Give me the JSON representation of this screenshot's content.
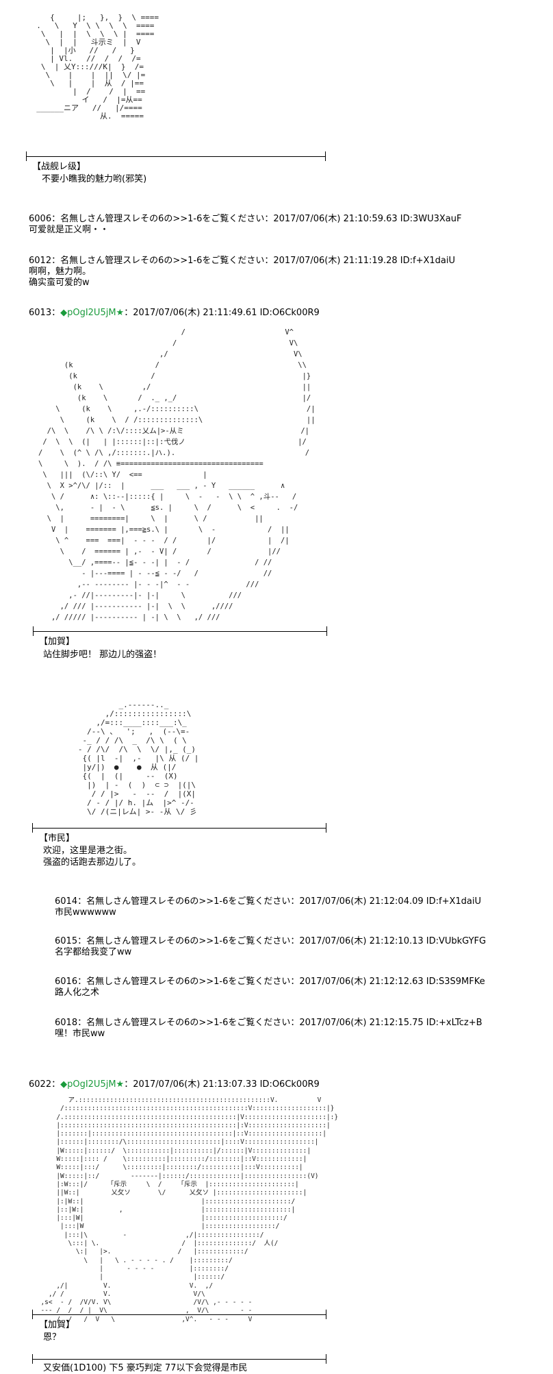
{
  "panel1": {
    "speaker": "【战舰レ级】",
    "lines": [
      "不要小瞧我的魅力哟(邪笑)"
    ],
    "art": [
      "     {     |;   },  }  \\ ====",
      "  .   \\   Y  \\ \\  \\  \\  ====",
      "   \\   |  |  \\  \\  \\ |  ====",
      "    \\  |  |   斗示ミ  |  V",
      "     |  |小   //   /   }  ",
      "     | Vl.   //  /  /  /=",
      "   \\  | 乂Y:::///K|  }  /=",
      "    \\    |    |  ||  \\/ |=",
      "     \\   |    |  从  / |==",
      "          |  /    /  |  ==",
      "            イ   /  |=从==",
      "  ______ニア   //   |/====",
      "                从.  ====="
    ]
  },
  "post6006": {
    "header": "6006：名無しさん管理スレその6の>>1-6をご覧ください：2017/07/06(木) 21:10:59.63 ID:3WU3XauF",
    "body": [
      "可爱就是正义啊・・"
    ]
  },
  "post6012": {
    "header": "6012：名無しさん管理スレその6の>>1-6をご覧ください：2017/07/06(木) 21:11:19.28 ID:f+X1daiU",
    "body": [
      "啊啊，魅力啊。",
      "确实蛮可爱的w"
    ]
  },
  "post6013": {
    "number": "6013：",
    "trip": "◆pOgI2U5jM★",
    "rest": "：2017/07/06(木) 21:11:49.61 ID:O6Ck00R9"
  },
  "panel2": {
    "speaker": "【加賀】",
    "lines": [
      "站住脚步吧！ 那边儿的强盗！"
    ],
    "art": [
      "                                 /                       V^",
      "                               /                          V\\",
      "                            ,/                             V\\",
      "      (k                   /                                \\\\",
      "       (k                 /                                  |}",
      "        (k    \\         ,/                                   ||",
      "         (k    \\       /  ._ ,_/                             |/",
      "    \\     (k    \\     ,.-/::::::::::\\                         /|",
      "     \\     (k    \\  / /::::::::::::::\\                        ||",
      "  /\\  \\    /\\ \\ /:\\/::::乂ム|>-从ミ                           /|",
      " /  \\  \\  (|   | |::::::|::|:弋伐ノ                          |/",
      "/    \\  (^ \\ /\\ ,/:::::::.|ハ.).                              /",
      "\\     \\  ).  / /\\ ≡=================================",
      " \\   |||  (\\/::\\ Y/  <==              |",
      "  \\  X >^/\\/ |/::  |      ___   ___ , ‐ Y   ______      ∧",
      "   \\ /      ∧: \\::‐‐|:::::{ |     \\  ‐   ‐  \\ \\  ^ ,斗-‐   /",
      "    \\,      ‐ |  ‐ \\      ≦s. |     \\  /      \\  <     .  ‐/",
      "  \\  |      ========|     \\  |      \\ /           ||",
      "   V  |    ======= |,===≧s.\\ |       \\  ‐            /  ||",
      "    \\ ^    ===  ===|  ‐ ‐ ‐  / /       |/            |  /|",
      "     \\    /  ====== | ,‐  ‐ V| /       /             |//",
      "       \\__/ ,====‐‐ |≦‐ ‐ ‐| |  ‐ /               / //",
      "          ‐ |‐‐‐==== | ‐ ‐‐≦ ‐ ‐/   /               //",
      "         ,‐‐ ‐‐‐‐‐‐‐‐ |‐ ‐ ‐|^  ‐ ‐             ///",
      "       ,‐ //|‐‐‐‐‐‐‐‐‐|‐ |‐|     \\          ///",
      "     ,/ /// |‐‐‐‐‐‐‐‐‐‐‐ |‐|  \\  \\      ,////",
      "   ,/ ///// |‐‐‐‐‐‐‐‐‐‐ | ‐| \\  \\   ,/ ///"
    ]
  },
  "panel3": {
    "speaker": "【市民】",
    "lines": [
      "欢迎，这里是港之街。",
      "强盗的话跑去那边儿了。"
    ],
    "art": [
      "            _.-‐‐‐‐‐.._",
      "         ,/::::::::::::::::\\",
      "       ,/=:::____::::___:\\_",
      "     /-‐\\ 、  ';   ,  (‐‐\\=‐",
      "    ‐_ / / /\\  _  /\\ \\  ( \\",
      "   ‐ / /\\/  /\\  \\  \\/ |,_ (_)",
      "    {( |l  ‐|  ,‐   |\\ 从 (/ |",
      "    |y/|)  ●    ●  从 (|/",
      "    {(  |  (|     ‐‐  (X)",
      "     |)  | ‐  (  )  ⊂ ⊃  |(|\\",
      "      / / |>   ‐  ‐‐  /  |(X|",
      "     / ‐ / |/ h. |ム  |>^ ‐/‐",
      "     \\/ /(ニ|レム| >‐ ‐从 \\/ 彡"
    ]
  },
  "post6014": {
    "header": "6014：名無しさん管理スレその6の>>1-6をご覧ください：2017/07/06(木) 21:12:04.09 ID:f+X1daiU",
    "body": [
      "市民wwwwww"
    ]
  },
  "post6015": {
    "header": "6015：名無しさん管理スレその6の>>1-6をご覧ください：2017/07/06(木) 21:12:10.13 ID:VUbkGYFG",
    "body": [
      "名字都给我变了ww"
    ]
  },
  "post6016": {
    "header": "6016：名無しさん管理スレその6の>>1-6をご覧ください：2017/07/06(木) 21:12:12.63 ID:S3S9MFKe",
    "body": [
      "路人化之术"
    ]
  },
  "post6018": {
    "header": "6018：名無しさん管理スレその6の>>1-6をご覧ください：2017/07/06(木) 21:12:15.75 ID:+xLTcz+B",
    "body": [
      "嘿！市民ww"
    ]
  },
  "post6022": {
    "number": "6022：",
    "trip": "◆pOgI2U5jM★",
    "rest": "：2017/07/06(木) 21:13:07.33 ID:O6Ck00R9"
  },
  "panel4": {
    "speaker": "【加賀】",
    "lines": [
      "恩？"
    ],
    "art": [
      "         ア.:::::::::::::::::::::::::::::::::::::::::::::::::V.          V",
      "       /:::::::::::::::::::::::::::::::::::::::::::::::V:::::::::::::::::::|}",
      "      /.::::::::::::::::::::::::::::::::::::::::::::|V:::::::::::::::::::::|:}",
      "      |:::::::::::::::::::::::::::::::::::::::::::::|:V::::::::::::::::::::|",
      "      |:::::::|::::::::::::::::::::::::::::::::::::|::V:::::::::::::::::::|",
      "      |::::::|::::::::/\\::::::::::::::::::::::::|::::V::::::::::::::::::|",
      "      |W:::::|::::::/  \\:::::::::::|::::::::::|/::::::|V::::::::::::::|",
      "      W:::::|:::: /    \\::::::::::|:::::::::/::::::::|::V::::::::::::|",
      "      W:::::|:::/      \\:::::::::|::::::::/::::::::::|:::V::::::::::|",
      "      |W:::::|::/        ‐‐‐‐‐‐‐|::::::/:::::::::::::|::::::::::::::::(V)",
      "      |:W:::|/     「斥示     \\  /    「斥示  |::::::::::::::::::::::|",
      "      ||W::|        乂攵ソ       \\/      乂攵ソ |::::::::::::::::::::::|",
      "      |:|W::|                              |::::::::::::::::::::::/",
      "      |::|W:|         ,                    |::::::::::::::::::::::|",
      "      |:::|W|                              |::::::::::::::::::::/",
      "       |:::|W                              |::::::::::::::::::/",
      "        |:::|\\         ‐               ,/|::::::::::::::::/",
      "         \\:::| \\.                     /  |::::::::::::::/  人(/",
      "           \\:|   |>.                 /   |::::::::::::/",
      "             \\   |   \\ . ‐ ‐ ‐ ‐ . /    |:::::::::/",
      "                 |      ‐ ‐ ‐ ‐         |::::::::/",
      "                 |                       |::::::/",
      "      ,/|         V.                    V.  ,/",
      "    ,/ /          V.                     V/\\",
      "  ,s<  ‐ /  /V/V. V\\                     /V/\\ ,‐ ‐ ‐ ‐ ‐",
      "  ‐‐‐ /  /  / |  V\\                    ,  V/\\        ‐ ‐",
      "      /  /   /  V   \\                 ,V^.   ‐ ‐ ‐     V"
    ]
  },
  "panel5": {
    "speaker": "",
    "lines": [
      "又安価(1D100)  下5  豪巧判定  77以下会觉得是市民"
    ]
  }
}
